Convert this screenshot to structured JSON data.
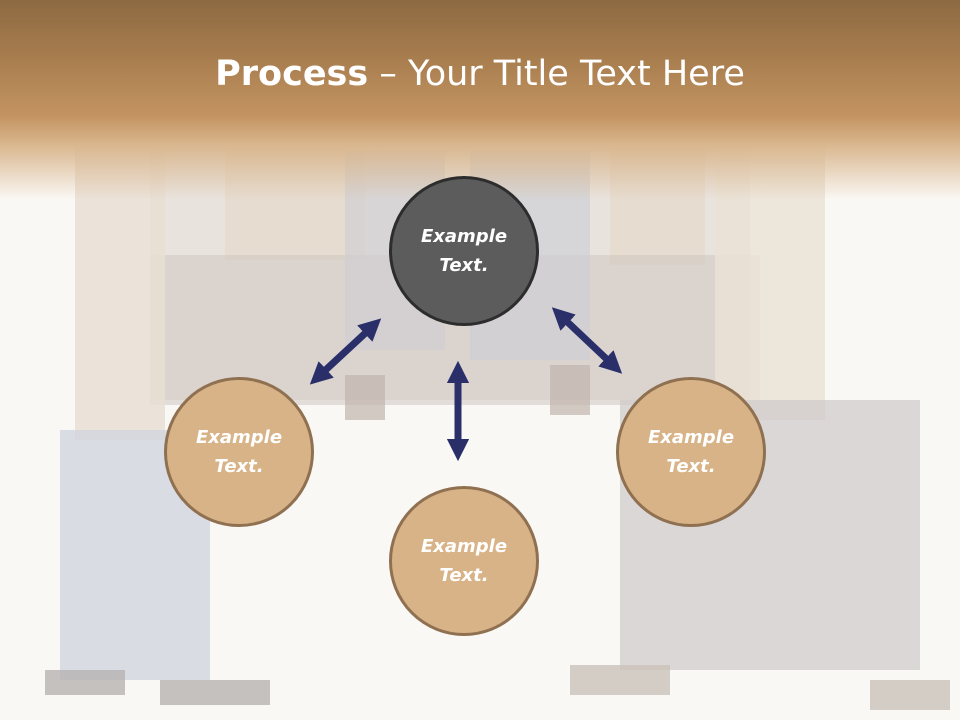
{
  "slide": {
    "title_bold": "Process",
    "title_rest": " – Your Title Text Here"
  },
  "circles": {
    "center": {
      "line1": "Example",
      "line2": "Text."
    },
    "left": {
      "line1": "Example",
      "line2": "Text."
    },
    "bottom": {
      "line1": "Example",
      "line2": "Text."
    },
    "right": {
      "line1": "Example",
      "line2": "Text."
    }
  },
  "colors": {
    "title_band": "#c39461",
    "center_circle_fill": "#5c5c5c",
    "center_circle_border": "#2d2d2d",
    "outer_circle_fill": "#d8b387",
    "outer_circle_border": "#8f7050",
    "arrow": "#2a2f6a",
    "background": "#fbf8f5"
  },
  "icons": {
    "arrow_left": "double-headed-arrow-icon",
    "arrow_bottom": "double-headed-arrow-icon",
    "arrow_right": "double-headed-arrow-icon"
  }
}
